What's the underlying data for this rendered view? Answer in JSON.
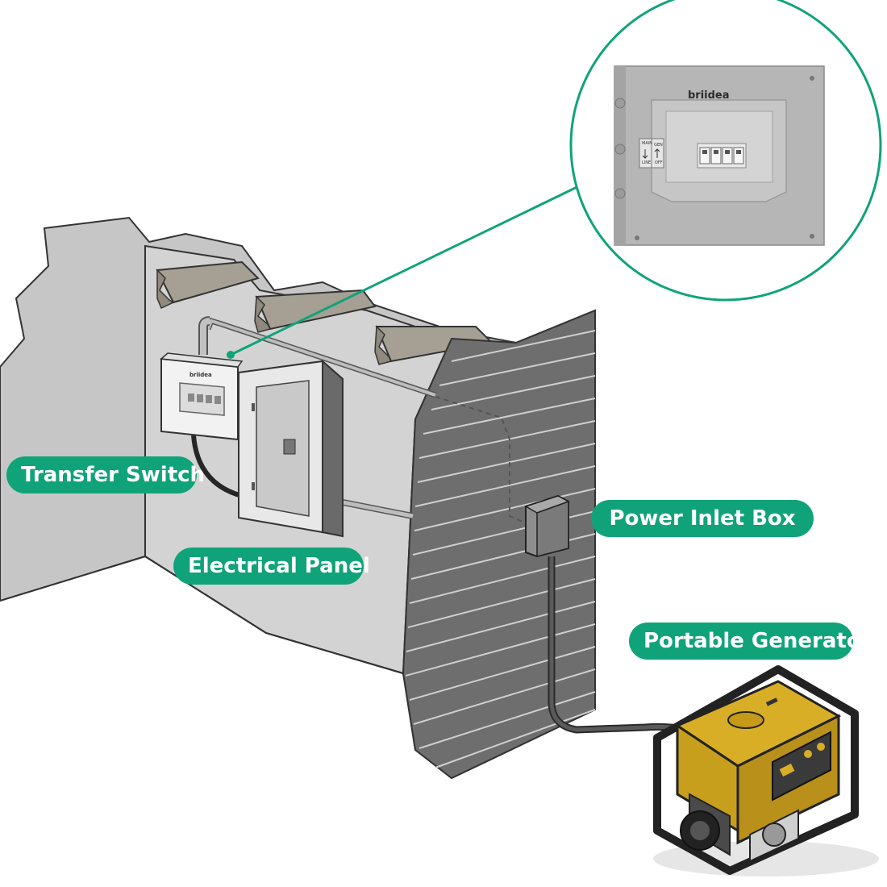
{
  "labels": {
    "transfer_switch": "Transfer Switch",
    "electrical_panel": "Electrical Panel",
    "power_inlet_box": "Power Inlet Box",
    "portable_generator": "Portable Generator"
  },
  "inset": {
    "brand": "briidea",
    "line_label": "LINE",
    "gen_label": "GEN",
    "line_top_label": "MAIN",
    "gen_bottom_label": "OFF"
  },
  "small_switch": {
    "brand": "briidea"
  },
  "colors": {
    "accent_green": "#10a37a",
    "wall": "#c9c9c9",
    "siding": "#6f6f6f",
    "beam": "#a39f96",
    "generator_yellow": "#d4a91c",
    "frame": "#2b2b2b"
  }
}
